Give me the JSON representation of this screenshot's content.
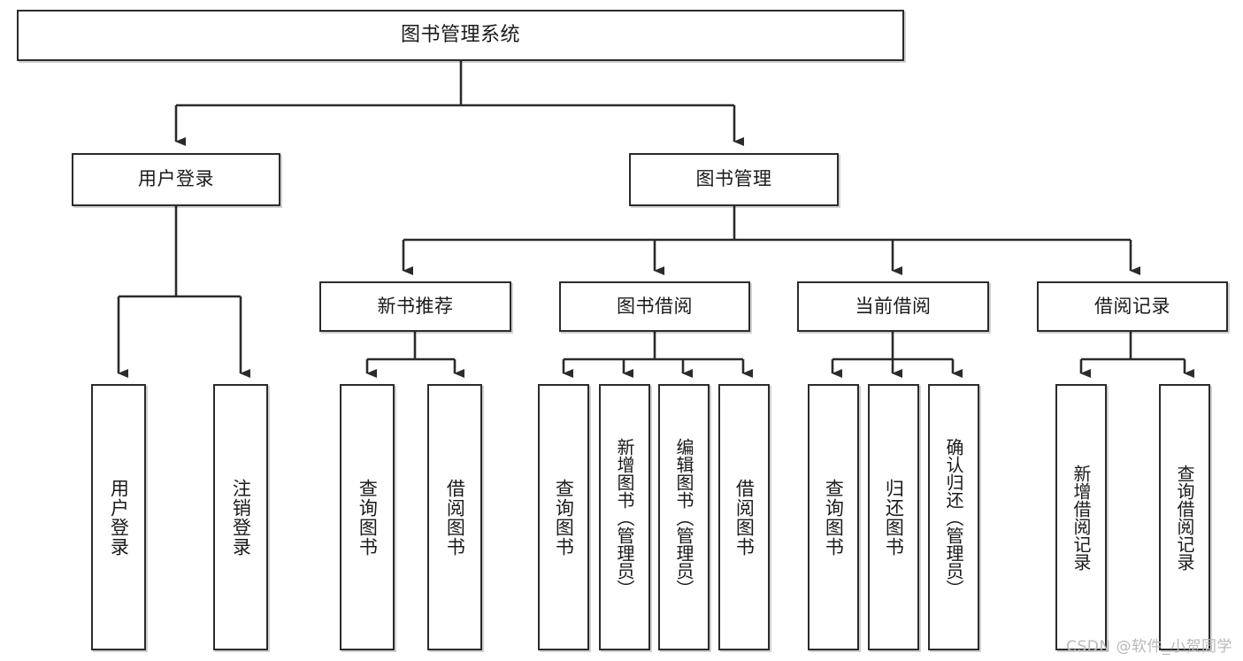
{
  "diagram": {
    "title": "图书管理系统",
    "type": "tree-hierarchy",
    "orientation": "top-down",
    "colors": {
      "background": "#ffffff",
      "box_border": "#2b2b2b",
      "box_fill": "#ffffff",
      "connector": "#2b2b2b",
      "watermark": "#b9b9b9"
    }
  },
  "root": {
    "label": "图书管理系统"
  },
  "level1": [
    {
      "label": "用户登录"
    },
    {
      "label": "图书管理"
    }
  ],
  "level2": [
    {
      "label": "新书推荐"
    },
    {
      "label": "图书借阅"
    },
    {
      "label": "当前借阅"
    },
    {
      "label": "借阅记录"
    }
  ],
  "leaves": {
    "user_login": [
      {
        "label": "用户登录"
      },
      {
        "label": "注销登录"
      }
    ],
    "new_book": [
      {
        "label": "查询图书"
      },
      {
        "label": "借阅图书"
      }
    ],
    "book_borrow": [
      {
        "label": "查询图书"
      },
      {
        "label": "新增图书（管理员）"
      },
      {
        "label": "编辑图书（管理员）"
      },
      {
        "label": "借阅图书"
      }
    ],
    "current_borrow": [
      {
        "label": "查询图书"
      },
      {
        "label": "归还图书"
      },
      {
        "label": "确认归还（管理员）"
      }
    ],
    "borrow_record": [
      {
        "label": "新增借阅记录"
      },
      {
        "label": "查询借阅记录"
      }
    ]
  },
  "watermark": {
    "text": "CSDN @软件_小贺同学"
  }
}
